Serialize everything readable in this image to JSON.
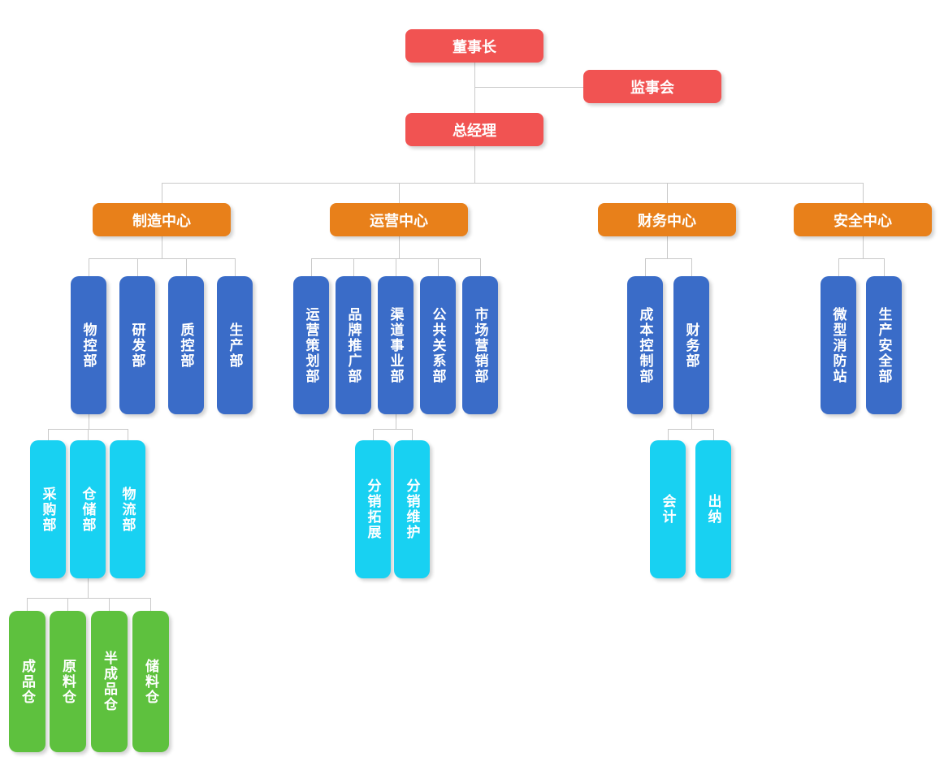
{
  "diagram_type": "org-chart",
  "colors": {
    "level1_executive": "#f15352",
    "level2_center": "#e8801a",
    "level3_department": "#3a6cc8",
    "level4_section": "#18d1f2",
    "level5_warehouse": "#5ec13e",
    "connector": "#c9c9c9",
    "text": "#ffffff",
    "background": "#ffffff"
  },
  "nodes": {
    "chairman": {
      "label": "董事长"
    },
    "supervisory_board": {
      "label": "监事会"
    },
    "general_manager": {
      "label": "总经理"
    },
    "manufacturing_center": {
      "label": "制造中心"
    },
    "operations_center": {
      "label": "运营中心"
    },
    "finance_center": {
      "label": "财务中心"
    },
    "safety_center": {
      "label": "安全中心"
    },
    "material_control_dept": {
      "label": "物控部"
    },
    "rd_dept": {
      "label": "研发部"
    },
    "quality_control_dept": {
      "label": "质控部"
    },
    "production_dept": {
      "label": "生产部"
    },
    "operations_planning_dept": {
      "label": "运营策划部"
    },
    "brand_promotion_dept": {
      "label": "品牌推广部"
    },
    "channel_business_dept": {
      "label": "渠道事业部"
    },
    "public_relations_dept": {
      "label": "公共关系部"
    },
    "marketing_dept": {
      "label": "市场营销部"
    },
    "cost_control_dept": {
      "label": "成本控制部"
    },
    "finance_dept": {
      "label": "财务部"
    },
    "micro_fire_station": {
      "label": "微型消防站"
    },
    "production_safety_dept": {
      "label": "生产安全部"
    },
    "purchasing_dept": {
      "label": "采购部"
    },
    "warehousing_dept": {
      "label": "仓储部"
    },
    "logistics_dept": {
      "label": "物流部"
    },
    "distribution_expansion": {
      "label": "分销拓展"
    },
    "distribution_maintenance": {
      "label": "分销维护"
    },
    "accounting": {
      "label": "会计"
    },
    "cashier": {
      "label": "出纳"
    },
    "finished_goods_warehouse": {
      "label": "成品仓"
    },
    "raw_material_warehouse": {
      "label": "原料仓"
    },
    "semi_finished_goods_warehouse": {
      "label": "半成品仓"
    },
    "storage_warehouse": {
      "label": "储料仓"
    }
  },
  "tree": {
    "chairman": [
      "supervisory_board",
      "general_manager"
    ],
    "general_manager": [
      "manufacturing_center",
      "operations_center",
      "finance_center",
      "safety_center"
    ],
    "manufacturing_center": [
      "material_control_dept",
      "rd_dept",
      "quality_control_dept",
      "production_dept"
    ],
    "operations_center": [
      "operations_planning_dept",
      "brand_promotion_dept",
      "channel_business_dept",
      "public_relations_dept",
      "marketing_dept"
    ],
    "finance_center": [
      "cost_control_dept",
      "finance_dept"
    ],
    "safety_center": [
      "micro_fire_station",
      "production_safety_dept"
    ],
    "material_control_dept": [
      "purchasing_dept",
      "warehousing_dept",
      "logistics_dept"
    ],
    "channel_business_dept": [
      "distribution_expansion",
      "distribution_maintenance"
    ],
    "finance_dept": [
      "accounting",
      "cashier"
    ],
    "warehousing_dept": [
      "finished_goods_warehouse",
      "raw_material_warehouse",
      "semi_finished_goods_warehouse",
      "storage_warehouse"
    ]
  }
}
